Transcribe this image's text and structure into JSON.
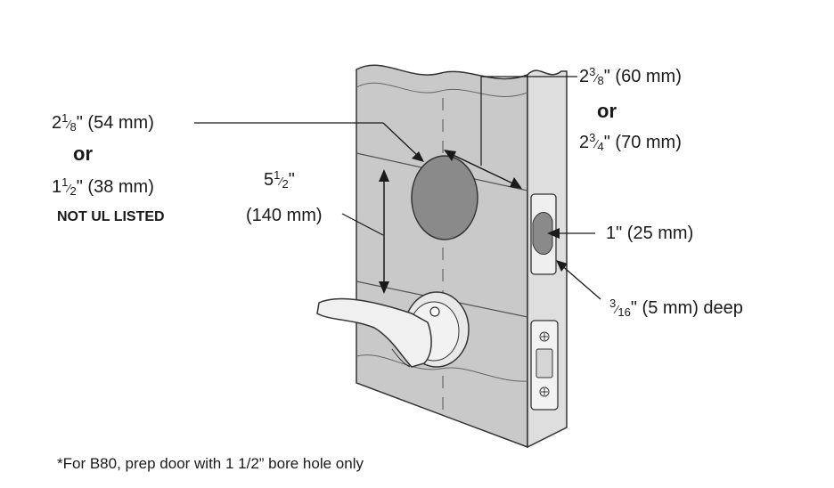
{
  "colors": {
    "door_face": "#c9c9c9",
    "door_edge": "#dcdcdc",
    "bore_hole": "#8a8a8a",
    "hardware": "#e8e8e8",
    "ink": "#1a1a1a"
  },
  "bore": {
    "whole": "2",
    "frac_num": "1",
    "frac_den": "8",
    "metric": "\" (54 mm)",
    "or_label": "or",
    "alt_whole": "1",
    "alt_num": "1",
    "alt_den": "2",
    "alt_metric": "\" (38 mm)",
    "note": "NOT UL LISTED"
  },
  "height": {
    "whole": "5",
    "frac_num": "1",
    "frac_den": "2",
    "unit": "\"",
    "metric": "(140 mm)"
  },
  "backset": {
    "whole": "2",
    "frac_num": "3",
    "frac_den": "8",
    "metric": "\" (60 mm)",
    "or_label": "or",
    "alt_whole": "2",
    "alt_num": "3",
    "alt_den": "4",
    "alt_metric": "\" (70 mm)"
  },
  "edge_bore": {
    "text": "1\" (25 mm)"
  },
  "depth": {
    "frac_num": "3",
    "frac_den": "16",
    "text": "\" (5 mm) deep"
  },
  "footnote": "*For B80, prep door with 1 1/2” bore hole only"
}
